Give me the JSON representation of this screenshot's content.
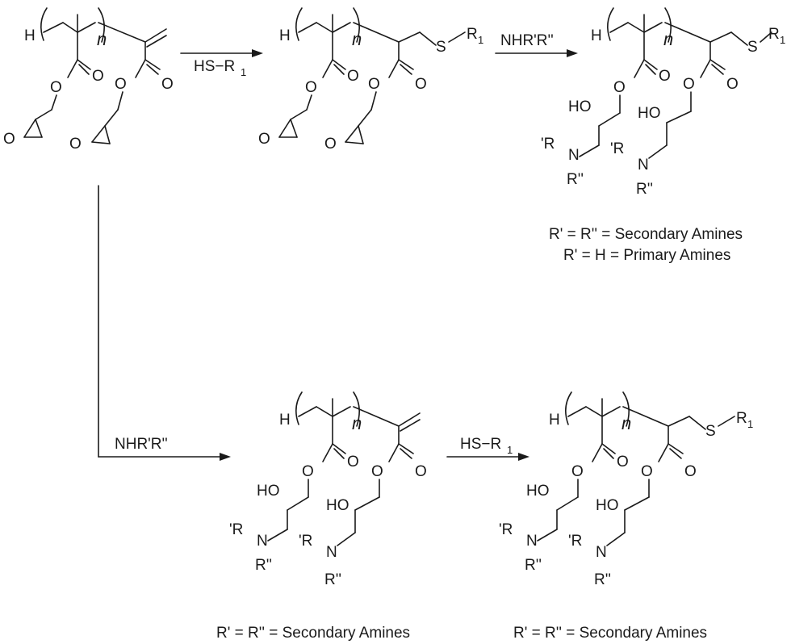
{
  "atoms": {
    "H": "H",
    "n": "n",
    "O": "O",
    "HO": "HO",
    "S": "S",
    "N": "N",
    "R1_base": "R",
    "R1_sub": "1",
    "R_prime_left": "'R",
    "R_dblprime": "R''"
  },
  "reagents": {
    "thiol": "HS−R",
    "thiol_sub": "1",
    "amine": "NHR'R''"
  },
  "captions": {
    "top_right_line1": "R' = R'' = Secondary Amines",
    "top_right_line2": "R' = H = Primary Amines",
    "bottom_middle": "R' = R'' = Secondary Amines",
    "bottom_right": "R' = R'' = Secondary Amines"
  }
}
